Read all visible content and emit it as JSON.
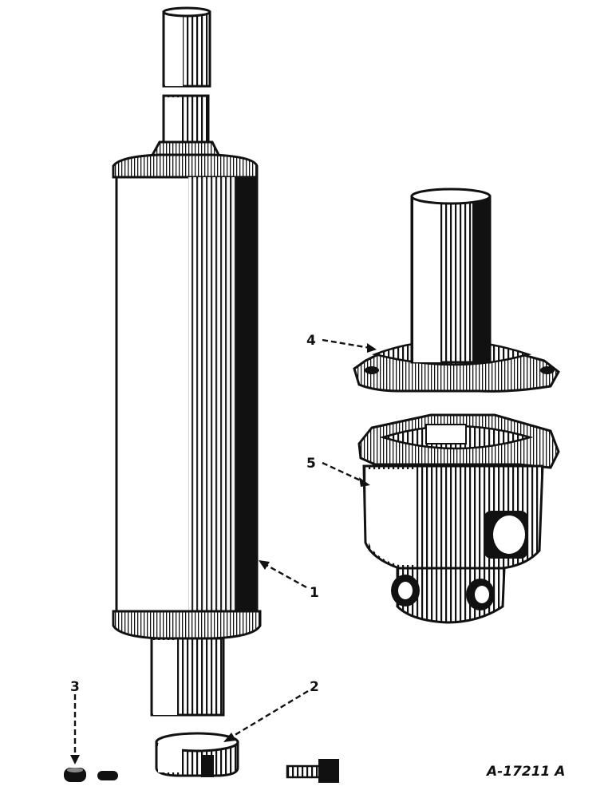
{
  "figure": {
    "reference": "A-17211 A",
    "colors": {
      "ink": "#111111",
      "paper": "#ffffff",
      "shade": "#1a1a1a",
      "light": "#f4f4f4"
    }
  },
  "callouts": [
    {
      "id": "1",
      "label": "1",
      "part": "filter-element"
    },
    {
      "id": "2",
      "label": "2",
      "part": "clamp"
    },
    {
      "id": "3",
      "label": "3",
      "part": "gasket"
    },
    {
      "id": "4",
      "label": "4",
      "part": "cover"
    },
    {
      "id": "5",
      "label": "5",
      "part": "filter-base"
    }
  ]
}
